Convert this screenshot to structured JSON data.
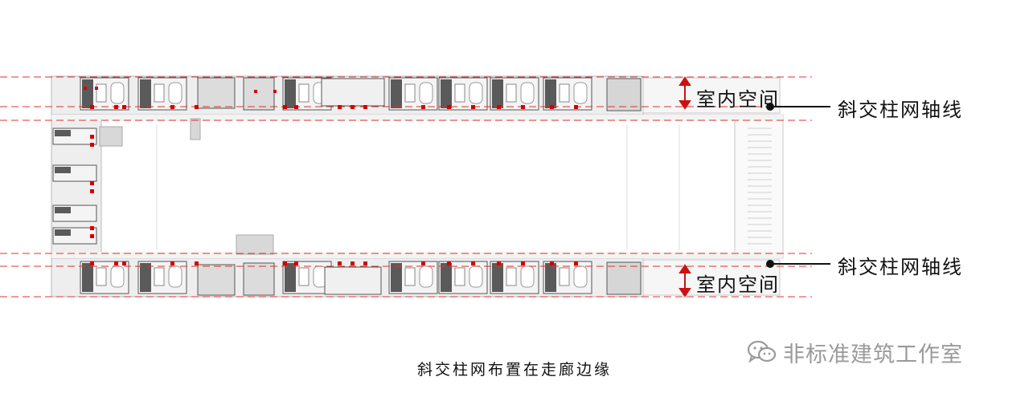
{
  "labels": {
    "interior_space_top": "室内空间",
    "grid_axis_top": "斜交柱网轴线",
    "grid_axis_bottom": "斜交柱网轴线",
    "interior_space_bottom": "室内空间"
  },
  "caption": "斜交柱网布置在走廊边缘",
  "watermark": {
    "text": "非标准建筑工作室",
    "icon": "wechat-icon"
  },
  "colors": {
    "axis_line": "#e03030",
    "column": "#d40000",
    "wall": "#4a4a4a",
    "fill": "#e9e9e9",
    "text": "#111111",
    "watermark": "#9a9a9a"
  }
}
